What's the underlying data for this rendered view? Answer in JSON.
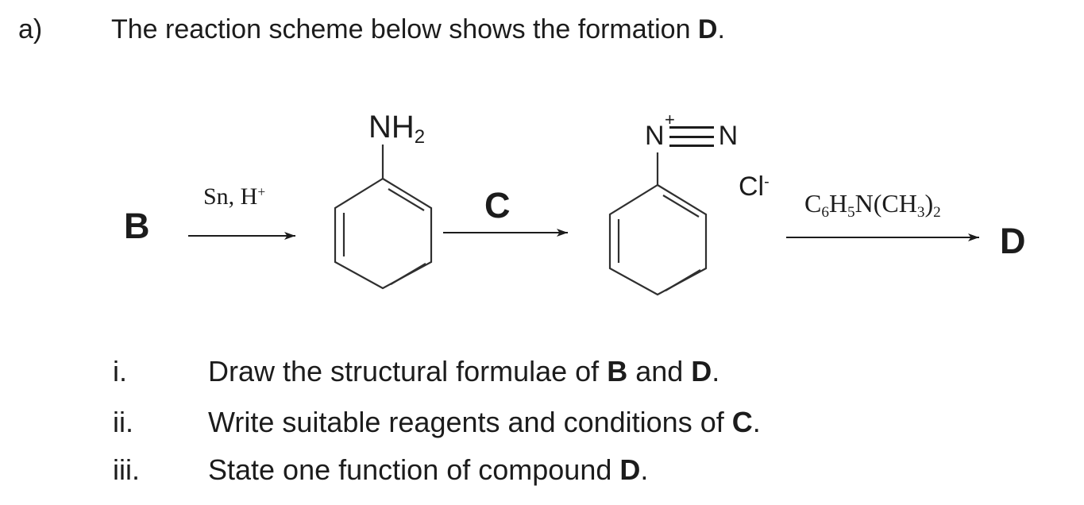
{
  "colors": {
    "background": "#ffffff",
    "ink": "#1c1c1c",
    "line": "#2f2f2f"
  },
  "header": {
    "part_label": "a)",
    "prompt_t1": "The reaction scheme below shows the formation ",
    "prompt_b1": "D",
    "prompt_t2": "."
  },
  "scheme": {
    "compound_b": "B",
    "step1_reagent_main": "Sn, H",
    "step1_reagent_sup": "+",
    "aniline_group_main": "NH",
    "aniline_group_sub": "2",
    "step2_reagent": "C",
    "diazo_n_left": "N",
    "diazo_charge": "+",
    "diazo_n_right": "N",
    "counter_ion_main": "Cl",
    "counter_ion_sup": "-",
    "step3_f1": "C",
    "step3_s1": "6",
    "step3_f2": "H",
    "step3_s2": "5",
    "step3_f3": "N(CH",
    "step3_s3": "3",
    "step3_f4": ")",
    "step3_s4": "2",
    "compound_d": "D"
  },
  "questions": [
    {
      "numeral": "i.",
      "t1": "Draw the structural formulae of ",
      "b1": "B",
      "t2": " and ",
      "b2": "D",
      "t3": "."
    },
    {
      "numeral": "ii.",
      "t1": "Write suitable reagents and conditions of ",
      "b1": "C",
      "t2": ".",
      "b2": "",
      "t3": ""
    },
    {
      "numeral": "iii.",
      "t1": "State one function of compound ",
      "b1": "D",
      "t2": ".",
      "b2": "",
      "t3": ""
    }
  ]
}
